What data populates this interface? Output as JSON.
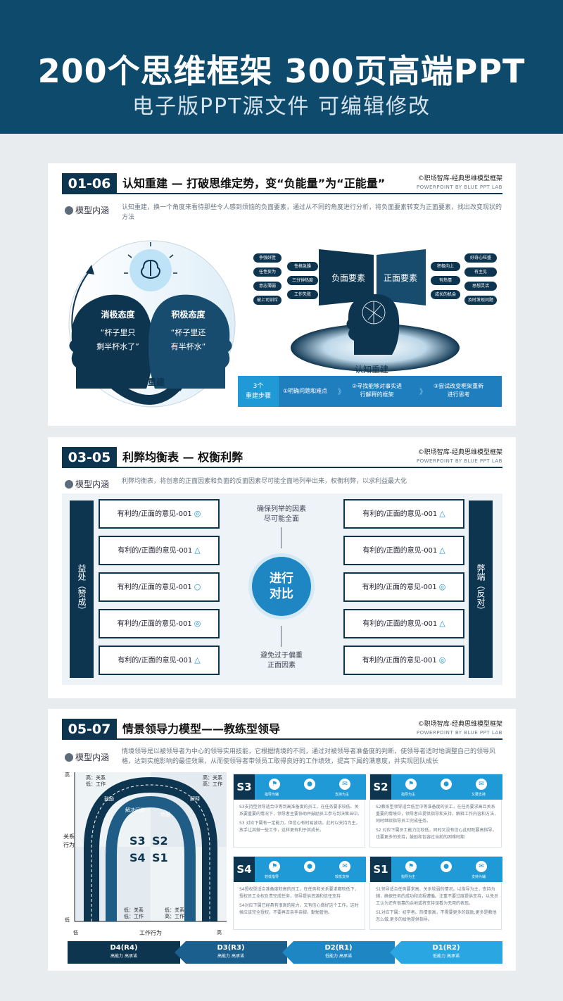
{
  "banner": {
    "title": "200个思维框架  300页高端PPT",
    "subtitle": "电子版PPT源文件  可编辑修改"
  },
  "brand": {
    "name": "©职场智库-经典思维模型框架",
    "sub": "POWERPOINT BY BLUE PPT LAB"
  },
  "model_label": "模型内涵",
  "card1": {
    "num": "01-06",
    "title": "认知重建 — 打破思维定势，变“负能量”为“正能量”",
    "desc": "认知重建，换一个角度来看待那些令人感到烦恼的负面要素，通过从不同的角度进行分析，将负面要素转变为正面要素，找出改变现状的方法",
    "neg_title": "消极态度",
    "neg_q1": "“杯子里只",
    "neg_q2": "剩半杯水了”",
    "pos_title": "积极态度",
    "pos_q1": "“杯子里还",
    "pos_q2": "有半杯水”",
    "cycle_label": "认知重建",
    "neg_box": "负面要素",
    "pos_box": "正面要素",
    "head_label": "认知重建",
    "neg_pills": [
      "争强好胜",
      "任性妄为",
      "意志薄弱",
      "被上司训斥",
      "性格急躁",
      "三分钟热度",
      "工作失败"
    ],
    "pos_pills": [
      "积极向上",
      "有热情",
      "成长的机会",
      "好奇心旺盛",
      "有主见",
      "思想灵活",
      "及时发现问题"
    ],
    "steps_label_1": "3个",
    "steps_label_2": "重建步骤",
    "step1": "①明确问题和难点",
    "step2a": "②寻找能够对事实进",
    "step2b": "行解释的框架",
    "step3a": "③尝试改变框架重新",
    "step3b": "进行思考"
  },
  "card2": {
    "num": "03-05",
    "title": "利弊均衡表 — 权衡利弊",
    "desc": "利弊均衡表，将创意的正面因素和负面的反面因素尽可能全面地列举出来，权衡利弊，以求利益最大化",
    "left_bar": "益处（赞成）",
    "right_bar": "弊端（反对）",
    "center_1": "进行",
    "center_2": "对比",
    "top_note_1": "确保列举的因素",
    "top_note_2": "尽可能全面",
    "bottom_note_1": "避免过于偏重",
    "bottom_note_2": "正面因素",
    "left_items": [
      {
        "text": "有利的/正面的意见-001",
        "mark": "◎"
      },
      {
        "text": "有利的/正面的意见-001",
        "mark": "△"
      },
      {
        "text": "有利的/正面的意见-001",
        "mark": "○"
      },
      {
        "text": "有利的/正面的意见-001",
        "mark": "◎"
      },
      {
        "text": "有利的/正面的意见-001",
        "mark": "△"
      }
    ],
    "right_items": [
      {
        "text": "有利的/正面的意见-001",
        "mark": "△"
      },
      {
        "text": "有利的/正面的意见-001",
        "mark": "△"
      },
      {
        "text": "有利的/正面的意见-001",
        "mark": "◎"
      },
      {
        "text": "有利的/正面的意见-001",
        "mark": "△"
      },
      {
        "text": "有利的/正面的意见-001",
        "mark": "◎"
      }
    ]
  },
  "card3": {
    "num": "05-07",
    "title": "情景领导力模型——教练型领导",
    "desc": "情境领导是以被领导者为中心的领导实用技能，它根据情境的不同，通过对被领导者准备度的判断，使领导者适时地调整自己的领导风格，达到实施影响的最佳效果，从而使领导者带领员工取得良好的工作绩效，提高下属的满意度，并实现团队成长",
    "y_axis_high": "高",
    "y_axis_low": "低",
    "y_axis_label": "关系\n行为",
    "x_axis_low": "低",
    "x_axis_high": "高",
    "x_axis_label": "工作行为",
    "tl": "高：关系\n低：工作",
    "tr": "高：关系\n高：工作",
    "bl": "低：关系\n低：工作",
    "br": "低：关系\n高：工作",
    "road_labels": [
      "鼓励",
      "解决问题",
      "劝服",
      "解释"
    ],
    "quad": [
      "S3",
      "S2",
      "S4",
      "S1"
    ],
    "panels": [
      {
        "tag": "S3",
        "l1": "指导为辅",
        "l2": "支持为主",
        "t1": "S3支持型领导适合中等到高准备度的员工，在任务要求较低、关系要重要的情况下，领导者主要协助并鼓励员工参与到决策当中。",
        "t2": "S3 对应下属有一定能力，但信心有时易波动。此时以支持为主，放手让其做一些工作，这样更有利于其成长。"
      },
      {
        "tag": "S2",
        "l1": "指导为主",
        "l2": "又要支持",
        "t1": "S2教练型领导适合低至中等准备度的员工，在任务要求高且关系重要的情境中，领导者应提供指导和支持，解释工作内容和方法，同时继续指导员工完成任务。",
        "t2": "S2 对应下属员工能力比较低，同时又没有信心此时既要高指导，也要更多的支持，鼓励和包容过当前的困难时期"
      },
      {
        "tag": "S4",
        "l1": "较低指导",
        "l2": "较低支持",
        "t1": "S4授权型适合准备度较高的员工，在任务和关系要求都较低下，授权员工全权负责完成任务，领导提供资源和信任支持",
        "t2": "S4对应下属已经具有很高的能力，又有信心做好这个工作。这时候应该完全授权，不要再去亲手亲脚，勤勉管他。"
      },
      {
        "tag": "S1",
        "l1": "指导为主",
        "l2": "支持为辅",
        "t1": "S1领导适合任务要求高、关系较弱的情况。以指导为主，支持为辅，确保任务的成功和流程遵循。注重不要过度提供支持，以免员工认为还有很靠的余地或将支持误看为无用的表现。",
        "t2": "S1对应下属：初学者、热情很高，不需要更多的鼓励,更多是教他怎么做,更多的给他提供指导。"
      }
    ],
    "stages": [
      {
        "big": "D4(R4)",
        "small": "高能力 高承诺"
      },
      {
        "big": "D3(R3)",
        "small": "高能力 高承诺"
      },
      {
        "big": "D2(R1)",
        "small": "低能力 高承诺"
      },
      {
        "big": "D1(R2)",
        "small": "低能力 高承诺"
      }
    ]
  },
  "colors": {
    "navy": "#0e3550",
    "banner": "#0e4a6b",
    "accent": "#1f9ad6"
  }
}
